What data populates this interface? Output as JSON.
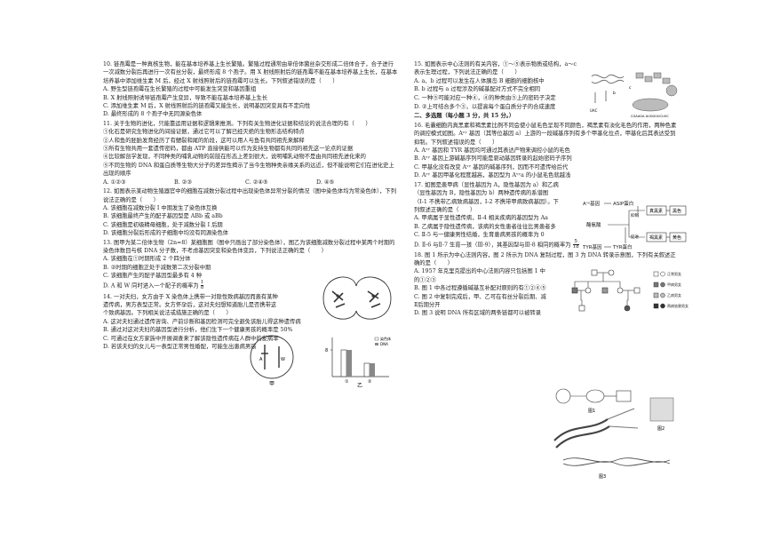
{
  "left": {
    "q10": {
      "stem": "10. 链孢霉是一种真核生物，能在基本培养基上生长繁殖。繁殖过程通常由单倍体菌丝杂交形成二倍体合子，合子进行一次减数分裂后再进行一次有丝分裂，最终形成 8 个孢子。用 X 射线照射后的链孢霉不能在基本培养基上生长，在基本培养基中添加维生素 M 后，经过 X 射线照射后的链孢霉可以生长。下列叙述错误的是（　　）",
      "options": [
        "A. 野生型链孢霉在生长繁殖的过程中可能发生突变和基因重组",
        "B. X 射线照射诱导链孢霉产生变异，导致不能在基本培养基上生长",
        "C. 添加维生素 M 后，X 射线照射后的链孢霉又能生长，说明基因突变具有不定向性",
        "D. 最终形成的 8 个孢子中无同源染色体"
      ]
    },
    "q11": {
      "stem": "11. 关于生物的进化，只能靠运用证据和逻辑来推测。下列有关生物进化证据和结论的说法合理的有（　　）",
      "items": [
        "①化石是研究生物进化的间接证据，通过它可以了解已经灭绝的生物形态结构特点",
        "②人和鱼的胚胎发育经历了有鳃裂和尾的阶段，这可以用人与鱼有共同祖先来解释",
        "③所有生物共用一套遗传密码，都由 ATP 直接供能可以作为支持生物都有共同的祖先这一论点的证据",
        "④比较解剖学发现，不同种类的哺乳动物的前肢在形态上差别很大，说明哺乳动物不是由共同祖先进化来的",
        "⑤不同生物的 DNA 和蛋白质等生物大分子的差异性揭示了当今生物种类亲缘关系的远近，但不能说明它们在进化史上出现的顺序"
      ],
      "options": [
        "A. ①②③",
        "B. ②③",
        "C. ②④⑤",
        "D. ④⑤"
      ]
    },
    "q12": {
      "stem": "12. 如图表示某动物生殖器官中的细胞在减数分裂过程中出现染色体异常分裂的情况（图中染色体均为常染色体），下列说法正确的是（　　）",
      "options": [
        "A. 该细胞在减数分裂 I 中期发生了染色体互换",
        "B. 该细胞最终产生的配子基因型是 ABb 或 aBb",
        "C. 该细胞是初级精母细胞，处于减数分裂 I 后期",
        "D. 该细胞分裂后形成的子细胞中均没有同源染色体"
      ]
    },
    "q13": {
      "stem": "13. 图甲为某二倍体生物（2n=8）某细胞图（图中只画出了部分染色体），图乙为该细胞减数分裂过程中某两个时期的染色体数目与核 DNA 分子数，不考虑基因突变和染色体变异，下列说法正确的是（　　）",
      "options": [
        "A. 该细胞在①时期形成 2 个四分体",
        "B. ②时期的细胞正处于减数第二次分裂中期",
        "C. 该细胞产生的配子基因型最多有 4 种",
        "D. A 和 W 同时进入一个配子的概率为"
      ],
      "frac_num": "1",
      "frac_den": "8"
    },
    "q14": {
      "stem": "14. 一对夫妇，女方由于 X 染色体上携带一对隐性致病基因而患有某种遗传病，男方表型正常。女方怀孕后，这对夫妇想知道胎儿是否携带这个致病基因。下列相关说法或措施正确的是（　　）",
      "options": [
        "A. 这对夫妇通过遗传咨询、产前诊断和基因检测可完全避免该胎儿得这种遗传病",
        "B. 通过对这对夫妇的基因型进行分析，他们生下一个健康男孩的概率是 50%",
        "C. 可通过在女方家族中开展调查来了解该隐性遗传病在人群中的发病率",
        "D. 若该夫妇的女儿与一表型正常男性婚配，可能生出患病男孩"
      ]
    },
    "fig13_labels": {
      "jia": "甲",
      "yi": "乙",
      "legend1": "染色体",
      "legend2": "DNA",
      "num": "8",
      "p1": "①",
      "p2": "②"
    }
  },
  "right": {
    "q15": {
      "stem": "15. 如图表示中心法则的有关内容，①～⑤表示物质或结构，a～c 表示生理过程，下列说法正确的是（　　）",
      "options": [
        "A. a、b 过程可以发生在人体胰岛 B 细胞的细胞核中",
        "B. b 过程与 a 过程涉及的碱基配对方式不完全相同",
        "C. 一种⑤可能对应一种④，④的种类由⑤上的密码子决定",
        "D. ②上可结合多个③，以提高每个蛋白质分子的合成速度"
      ]
    },
    "section2": "二、多选题（每小题 3 分，共 15 分。）",
    "q16": {
      "stem": "16. 毛囊细胞内真黑素和褐黑素比例不同会使小鼠毛色呈现不同颜色，褐黑素有淡化毛色的作用，两种色素的调控模式如图。Aᵛʸ 基因（其等位基因 a）上游的一段碱基序列有多个甲基化位点，甲基化后其表达受到抑制。下列叙述错误的是（　　）",
      "options": [
        "A. Aᵛʸ 基因和 TYR 基因均可通过其表达产物来调控小鼠的毛色",
        "B. Aᵛʸ 基因上游碱基序列可能是驱动基因转录的起始密码子序列",
        "C. 甲基化没有改变 Aᵛʸ 基因的碱基序列，因而不可遗传给后代",
        "D. Aᵛʸ 基因甲基化程度越高，基因型为 Aᵛʸa 的小鼠毛色就越浅"
      ]
    },
    "q17": {
      "stem": "17. 如图是患甲病（显性基因为 A，隐性基因为 a）和乙病（显性基因为 B，隐性基因为 b）两种遗传病的系谱图（Ⅰ-1 不携带乙病致病基因，Ⅰ-2 不携带甲病致病基因）。下列叙述正确的是（　　）",
      "options": [
        "A. 甲病属于显性遗传病，Ⅱ-4 相关疾病的基因型为 Aa",
        "B. 乙病属于隐性遗传病，该病的女性患者往往比男患者多",
        "C. Ⅱ-5 与一健康男性结婚，生育患病男孩的概率为 0",
        "D. Ⅱ-6 与Ⅱ-7 生育一孩（Ⅲ-9），其基因型与Ⅲ-8 相同的概率为"
      ],
      "frac_num": "5",
      "frac_den": "18"
    },
    "q18": {
      "stem": "18. 图 1 所示为中心法则内容，图 2 所示为 DNA 复制过程，图 3 为 DNA 转录示意图，下列有关叙述正确的是（　　）",
      "options": [
        "A. 1957 年克里克提出的中心法则内容只包括图 1 中的①②③",
        "B. 图 1 中各过程遵循碱基互补配对原则的有①②④⑤",
        "C. 图 2 中复制完成后，甲、乙可在有丝分裂后期、减Ⅱ后期分开",
        "D. 图 3 说明 DNA 所有区域的两条链都可以被转录"
      ]
    },
    "fig16": {
      "asip_gene": "Aᵛʸ基因",
      "asip": "ASIP蛋白",
      "tyr_gene": "TYR基因",
      "tyr": "TYR蛋白",
      "tyrosine": "酪氨酸",
      "inhibit": "抑制",
      "promote": "促进",
      "true_mel": "真黑素",
      "brown_mel": "褐黑素",
      "black": "黑色",
      "yellow": "黄色"
    },
    "fig17": {
      "legend1": "正常男女",
      "legend2": "甲病男女",
      "legend3": "乙病男女",
      "legend4": "两病皆患男女"
    },
    "fig18": {
      "fig1": "图1",
      "fig2": "图2",
      "fig3": "图3"
    },
    "fig15": {
      "codon": "UAC",
      "mrna": "CGAAGA AUGGUUCUUC",
      "label": "a",
      "label_b": "b",
      "label_c": "c"
    }
  }
}
